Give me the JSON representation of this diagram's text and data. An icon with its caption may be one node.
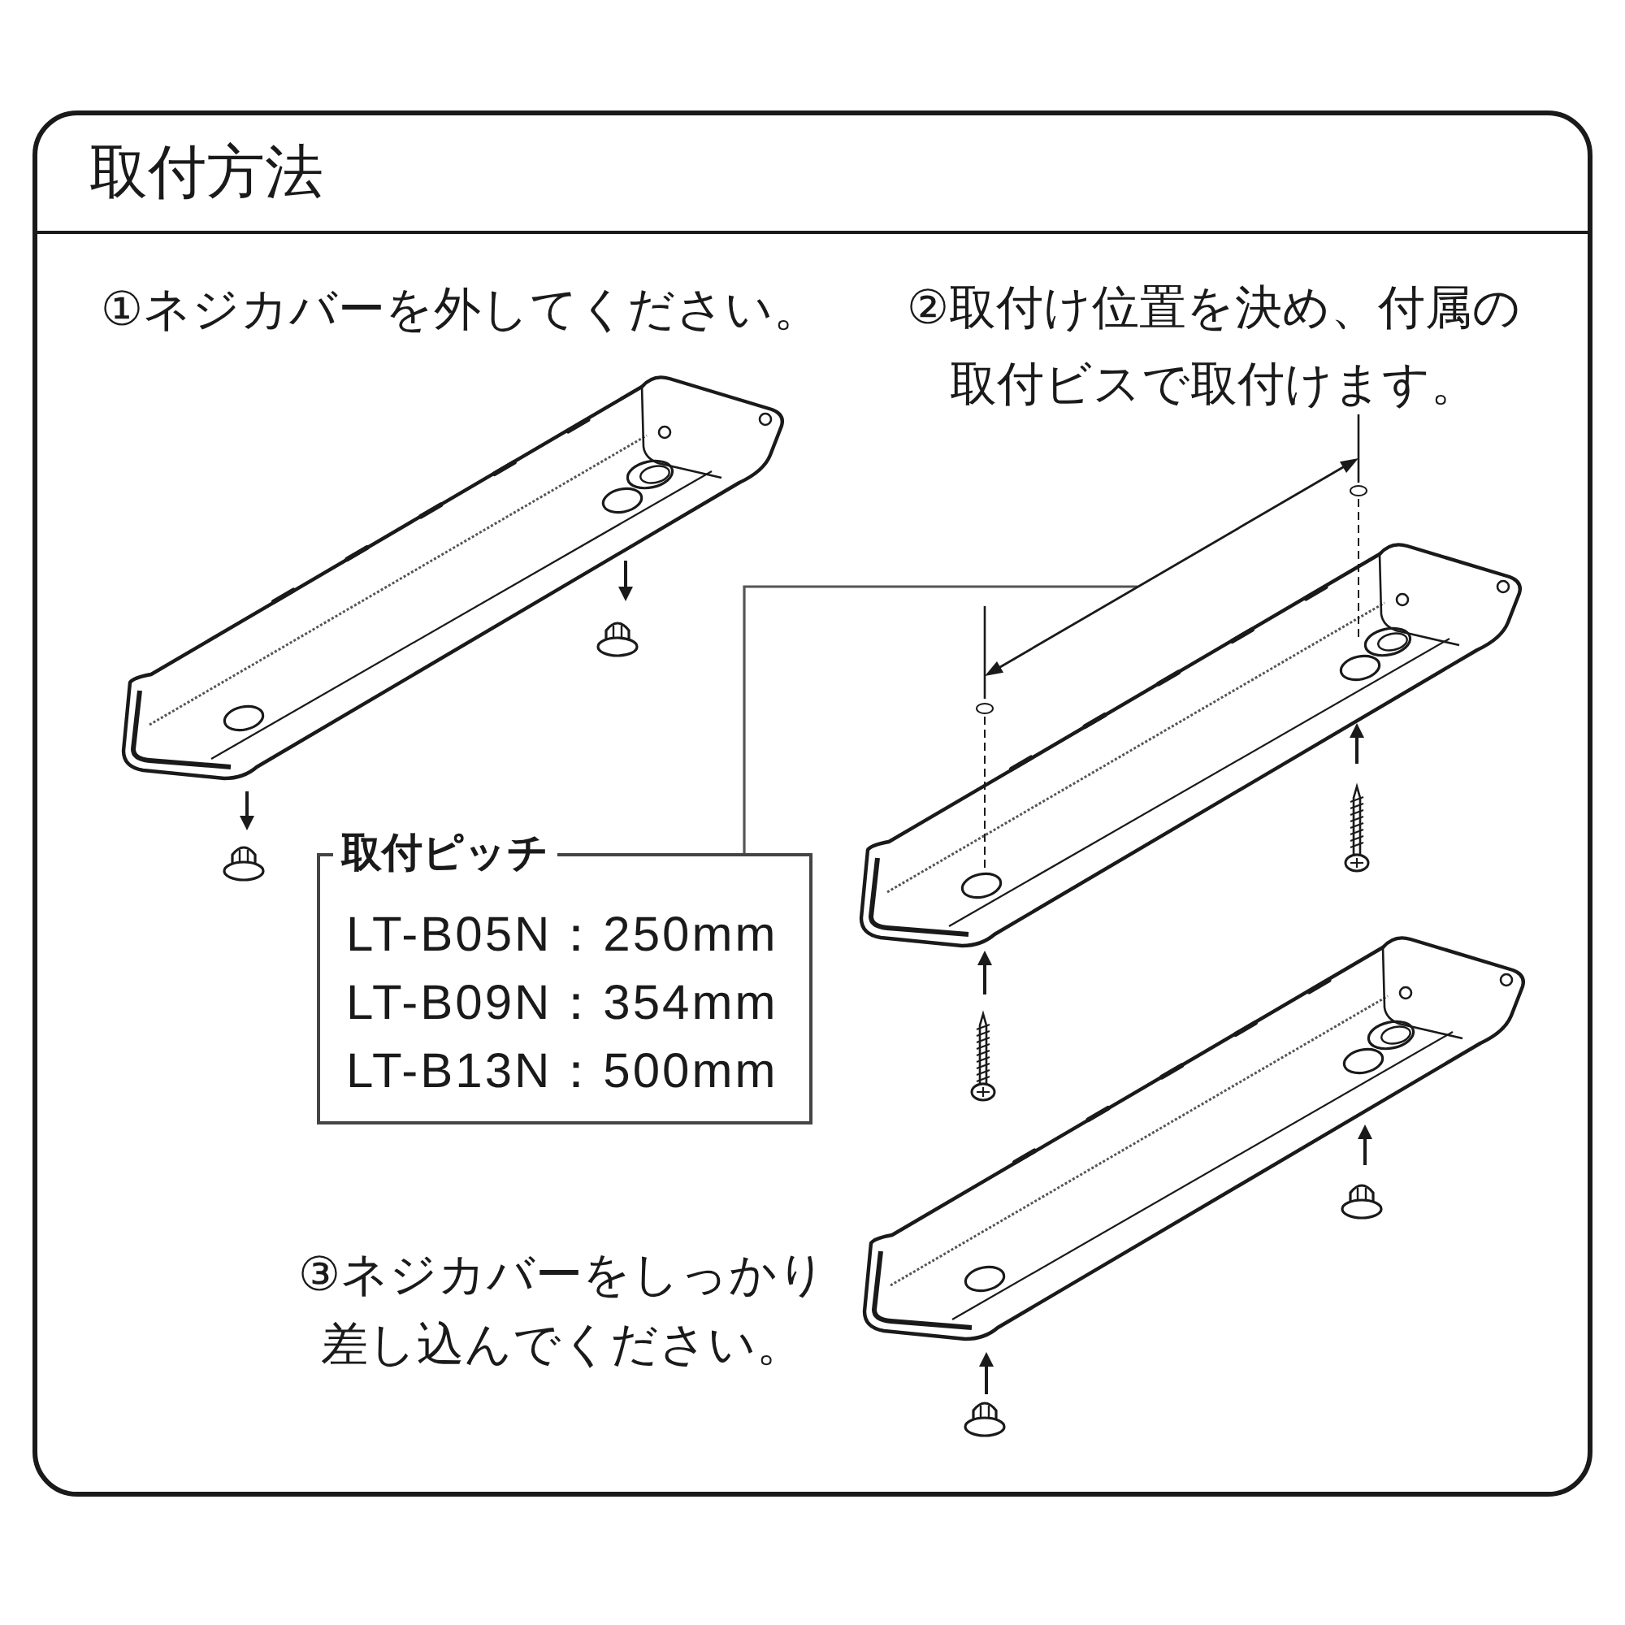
{
  "diagram": {
    "title": "取付方法",
    "nodes": [
      {
        "text": [
          "取付ピッチ",
          "LT-B05N：250mm",
          "LT-B09N：354mm",
          "LT-B13N：500mm"
        ]
      },
      {
        "text": [],
        "shape": "line"
      }
    ],
    "edges": [
      {
        "from": 0,
        "to": 1,
        "arrow": "none"
      }
    ],
    "labels": [
      "①ネジカバーを外してください。",
      "②取付け位置を決め、付属の取付ビスで取付けます。",
      "③ネジカバーをしっかり差し込んでください。"
    ]
  }
}
